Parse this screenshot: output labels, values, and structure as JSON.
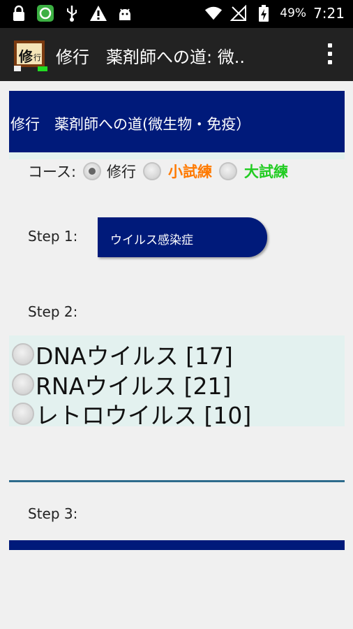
{
  "status_bar": {
    "battery": "49%",
    "time": "7:21"
  },
  "action_bar": {
    "icon_text": "修",
    "icon_small": "行",
    "title": "修行　薬剤師への道: 微.."
  },
  "header": {
    "title": "修行　薬剤師への道(微生物・免疫）"
  },
  "course": {
    "label": "コース:",
    "options": [
      {
        "label": "修行",
        "color": "#222222",
        "selected": true
      },
      {
        "label": "小試練",
        "color": "#ff7a00",
        "selected": false
      },
      {
        "label": "大試練",
        "color": "#22cc22",
        "selected": false
      }
    ]
  },
  "step1": {
    "label": "Step 1:",
    "button_label": "ウイルス感染症"
  },
  "step2": {
    "label": "Step 2:",
    "items": [
      {
        "label": "DNAウイルス [17]"
      },
      {
        "label": "RNAウイルス [21]"
      },
      {
        "label": "レトロウイルス [10]"
      }
    ]
  },
  "step3": {
    "label": "Step 3:"
  },
  "colors": {
    "primary": "#001a7a",
    "light_band": "#e3f1ef",
    "accent_line": "#2d6b8c"
  }
}
